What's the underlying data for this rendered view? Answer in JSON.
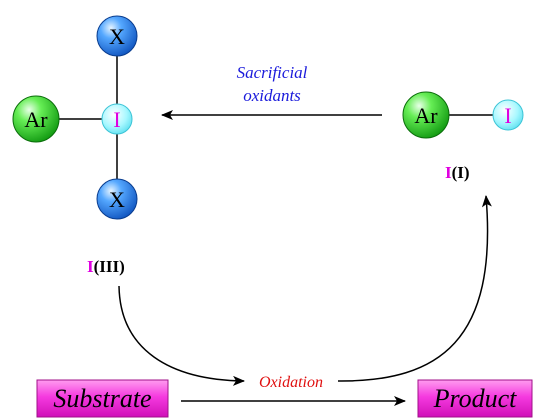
{
  "diagram": {
    "left_molecule": {
      "top_atom": "X",
      "center_atom": "I",
      "left_group": "Ar",
      "bottom_atom": "X"
    },
    "right_molecule": {
      "left_group": "Ar",
      "right_atom": "I"
    },
    "top_arrow_label": {
      "line1": "Sacrificial",
      "line2": "oxidants"
    },
    "iodine_i_label": {
      "symbol": "I",
      "oxidation": "(I)"
    },
    "iodine_iii_label": {
      "symbol": "I",
      "oxidation": "(III)"
    },
    "oxidation_label": "Oxidation",
    "substrate_label": "Substrate",
    "product_label": "Product",
    "colors": {
      "ar_green": "#33cc33",
      "x_blue": "#2a7fe0",
      "i_cyan": "#99f5ff",
      "iodine_magenta": "#e000e0",
      "sacrificial_blue": "#1a1adb",
      "oxidation_red": "#e01010",
      "box_pink": "#f020d0"
    }
  }
}
